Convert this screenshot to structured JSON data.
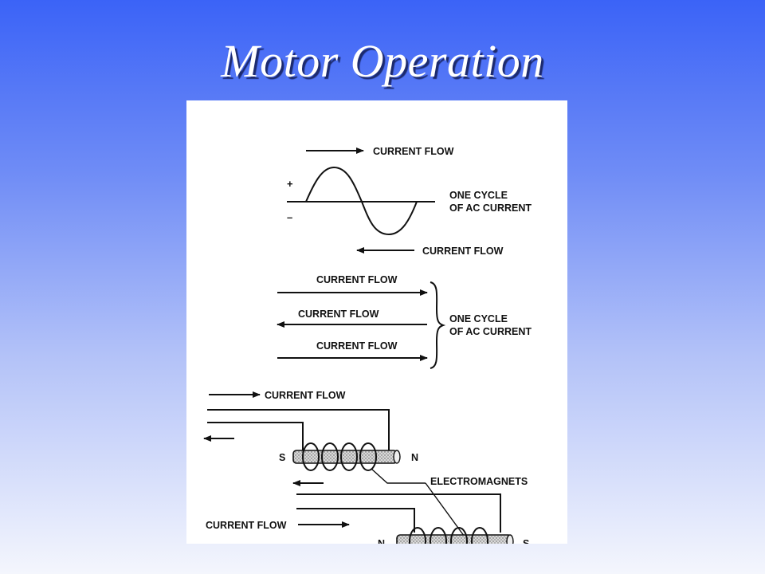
{
  "slide": {
    "title": "Motor Operation"
  },
  "diagram": {
    "sine_section": {
      "top_label": "CURRENT FLOW",
      "plus_sign": "+",
      "minus_sign": "–",
      "cycle_label_line1": "ONE CYCLE",
      "cycle_label_line2": "OF AC CURRENT",
      "bottom_label": "CURRENT FLOW"
    },
    "arrows_section": {
      "label_1": "CURRENT FLOW",
      "label_2": "CURRENT FLOW",
      "label_3": "CURRENT FLOW",
      "cycle_label_line1": "ONE CYCLE",
      "cycle_label_line2": "OF AC CURRENT"
    },
    "magnet_section": {
      "top_label": "CURRENT FLOW",
      "upper_magnet_left_pole": "S",
      "upper_magnet_right_pole": "N",
      "electromagnets_label": "ELECTROMAGNETS",
      "bottom_label": "CURRENT FLOW",
      "lower_magnet_left_pole": "N",
      "lower_magnet_right_pole": "S"
    }
  },
  "colors": {
    "background_top": "#3b63f7",
    "background_bottom": "#f4f6fd",
    "title_text": "#ffffff",
    "ink": "#111111"
  }
}
